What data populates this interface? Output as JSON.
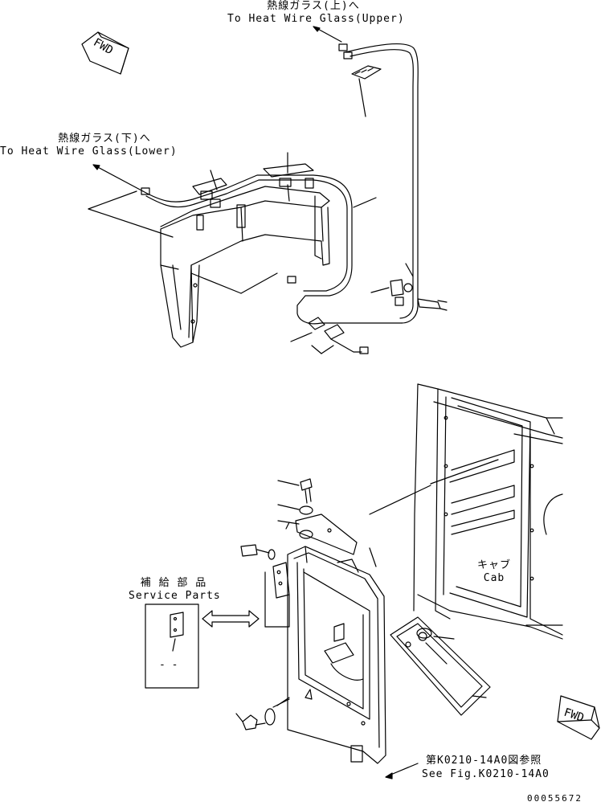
{
  "labels": {
    "upper_glass_jp": "熱線ガラス(上)へ",
    "upper_glass_en": "To Heat Wire Glass(Upper)",
    "lower_glass_jp": "熱線ガラス(下)へ",
    "lower_glass_en": "To Heat Wire Glass(Lower)",
    "service_parts_jp": "補 給 部 品",
    "service_parts_en": "Service Parts",
    "service_parts_dashes": "- -",
    "cab_jp": "キャブ",
    "cab_en": "Cab",
    "see_fig_jp": "第K0210-14A0図参照",
    "see_fig_en": "See Fig.K0210-14A0",
    "drawing_number": "00055672"
  },
  "markers": {
    "fwd": "FWD"
  }
}
